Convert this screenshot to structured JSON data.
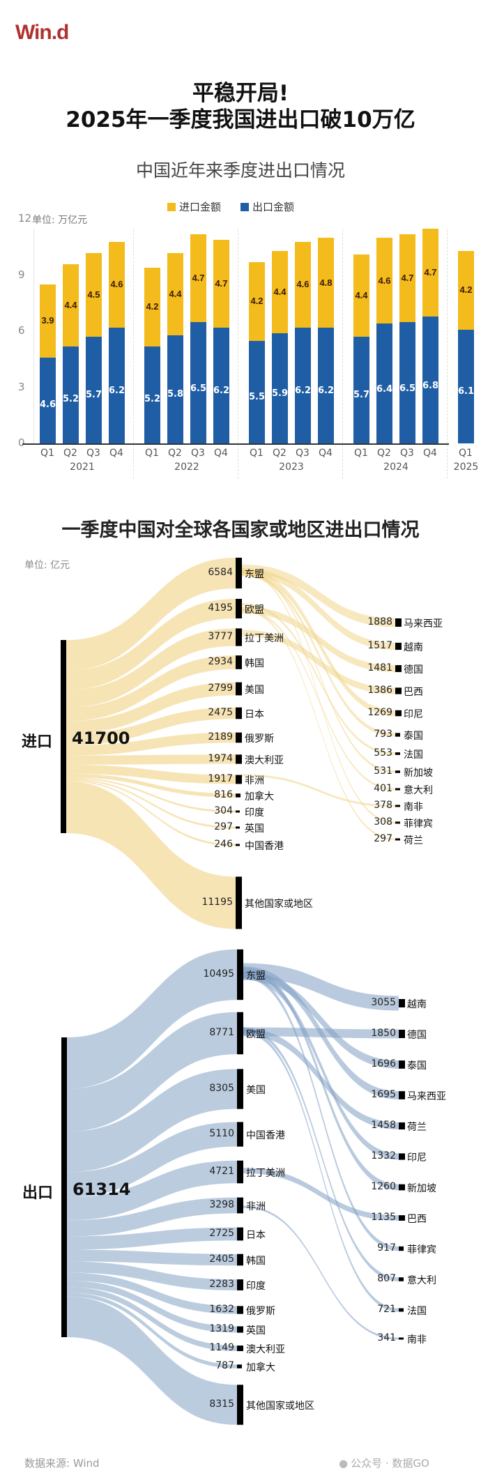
{
  "header": {
    "logo": "Win.d",
    "title_line1": "平稳开局!",
    "title_line2": "2025年一季度我国进出口破10万亿"
  },
  "chart1": {
    "subtitle": "中国近年来季度进出口情况",
    "legend": [
      {
        "label": "进口金额",
        "color": "#f3bb1b"
      },
      {
        "label": "出口金额",
        "color": "#1f5ea4"
      }
    ],
    "unit": "单位: 万亿元",
    "yticks": [
      "0",
      "3",
      "6",
      "9",
      "12"
    ]
  },
  "chart_data": [
    {
      "type": "bar",
      "stacked": true,
      "title": "中国近年来季度进出口情况",
      "ylabel": "单位: 万亿元",
      "ylim": [
        0,
        12
      ],
      "yticks": [
        0,
        3,
        6,
        9,
        12
      ],
      "categories": [
        "2021 Q1",
        "2021 Q2",
        "2021 Q3",
        "2021 Q4",
        "2022 Q1",
        "2022 Q2",
        "2022 Q3",
        "2022 Q4",
        "2023 Q1",
        "2023 Q2",
        "2023 Q3",
        "2023 Q4",
        "2024 Q1",
        "2024 Q2",
        "2024 Q3",
        "2024 Q4",
        "2025 Q1"
      ],
      "quarters": [
        "Q1",
        "Q2",
        "Q3",
        "Q4",
        "Q1",
        "Q2",
        "Q3",
        "Q4",
        "Q1",
        "Q2",
        "Q3",
        "Q4",
        "Q1",
        "Q2",
        "Q3",
        "Q4",
        "Q1"
      ],
      "years": [
        "2021",
        "2022",
        "2023",
        "2024",
        "2025"
      ],
      "series": [
        {
          "name": "出口金额",
          "color": "#1f5ea4",
          "values": [
            4.6,
            5.2,
            5.7,
            6.2,
            5.2,
            5.8,
            6.5,
            6.2,
            5.5,
            5.9,
            6.2,
            6.2,
            5.7,
            6.4,
            6.5,
            6.8,
            6.1
          ]
        },
        {
          "name": "进口金额",
          "color": "#f3bb1b",
          "values": [
            3.9,
            4.4,
            4.5,
            4.6,
            4.2,
            4.4,
            4.7,
            4.7,
            4.2,
            4.4,
            4.6,
            4.8,
            4.4,
            4.6,
            4.7,
            4.7,
            4.2
          ]
        }
      ],
      "legend_position": "top"
    },
    {
      "type": "sankey",
      "title": "一季度中国对全球各国家或地区进出口情况",
      "unit": "单位: 亿元",
      "import": {
        "label": "进口",
        "total": 41700,
        "regions": [
          {
            "name": "东盟",
            "value": 6584
          },
          {
            "name": "欧盟",
            "value": 4195
          },
          {
            "name": "拉丁美洲",
            "value": 3777
          },
          {
            "name": "韩国",
            "value": 2934
          },
          {
            "name": "美国",
            "value": 2799
          },
          {
            "name": "日本",
            "value": 2475
          },
          {
            "name": "俄罗斯",
            "value": 2189
          },
          {
            "name": "澳大利亚",
            "value": 1974
          },
          {
            "name": "非洲",
            "value": 1917
          },
          {
            "name": "加拿大",
            "value": 816
          },
          {
            "name": "印度",
            "value": 304
          },
          {
            "name": "英国",
            "value": 297
          },
          {
            "name": "中国香港",
            "value": 246
          },
          {
            "name": "其他国家或地区",
            "value": 11195
          }
        ],
        "countries": [
          {
            "name": "马来西亚",
            "value": 1888
          },
          {
            "name": "越南",
            "value": 1517
          },
          {
            "name": "德国",
            "value": 1481
          },
          {
            "name": "巴西",
            "value": 1386
          },
          {
            "name": "印尼",
            "value": 1269
          },
          {
            "name": "泰国",
            "value": 793
          },
          {
            "name": "法国",
            "value": 553
          },
          {
            "name": "新加坡",
            "value": 531
          },
          {
            "name": "意大利",
            "value": 401
          },
          {
            "name": "南非",
            "value": 378
          },
          {
            "name": "菲律宾",
            "value": 308
          },
          {
            "name": "荷兰",
            "value": 297
          }
        ]
      },
      "export": {
        "label": "出口",
        "total": 61314,
        "regions": [
          {
            "name": "东盟",
            "value": 10495
          },
          {
            "name": "欧盟",
            "value": 8771
          },
          {
            "name": "美国",
            "value": 8305
          },
          {
            "name": "中国香港",
            "value": 5110
          },
          {
            "name": "拉丁美洲",
            "value": 4721
          },
          {
            "name": "非洲",
            "value": 3298
          },
          {
            "name": "日本",
            "value": 2725
          },
          {
            "name": "韩国",
            "value": 2405
          },
          {
            "name": "印度",
            "value": 2283
          },
          {
            "name": "俄罗斯",
            "value": 1632
          },
          {
            "name": "英国",
            "value": 1319
          },
          {
            "name": "澳大利亚",
            "value": 1149
          },
          {
            "name": "加拿大",
            "value": 787
          },
          {
            "name": "其他国家或地区",
            "value": 8315
          }
        ],
        "countries": [
          {
            "name": "越南",
            "value": 3055
          },
          {
            "name": "德国",
            "value": 1850
          },
          {
            "name": "泰国",
            "value": 1696
          },
          {
            "name": "马来西亚",
            "value": 1695
          },
          {
            "name": "荷兰",
            "value": 1458
          },
          {
            "name": "印尼",
            "value": 1332
          },
          {
            "name": "新加坡",
            "value": 1260
          },
          {
            "name": "巴西",
            "value": 1135
          },
          {
            "name": "菲律宾",
            "value": 917
          },
          {
            "name": "意大利",
            "value": 807
          },
          {
            "name": "法国",
            "value": 721
          },
          {
            "name": "南非",
            "value": 341
          }
        ]
      }
    }
  ],
  "chart2": {
    "title": "一季度中国对全球各国家或地区进出口情况",
    "unit": "单位: 亿元",
    "import_label": "进口",
    "import_total": "41700",
    "export_label": "出口",
    "export_total": "61314"
  },
  "footer": {
    "source": "数据来源: Wind",
    "wechat": "公众号 · 数据GO"
  }
}
